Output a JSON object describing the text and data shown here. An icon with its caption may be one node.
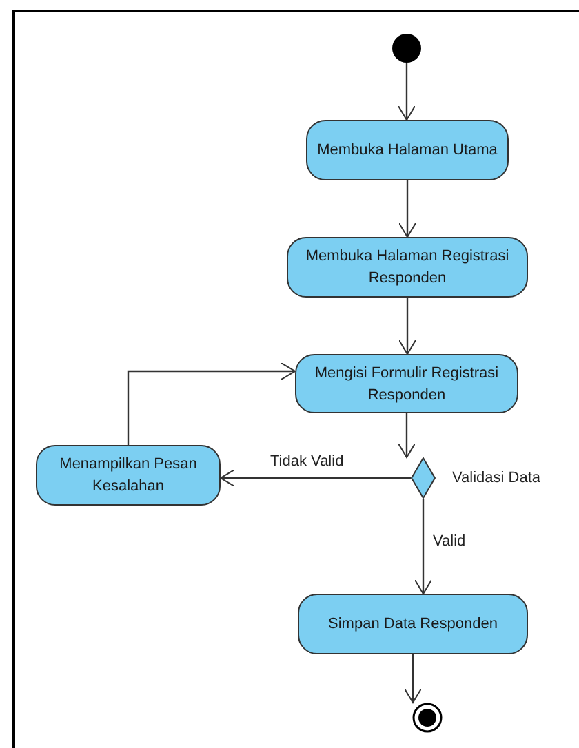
{
  "diagram": {
    "nodes": [
      {
        "text": [],
        "shape": "circle"
      },
      {
        "text": [
          "Membuka Halaman Utama"
        ]
      },
      {
        "text": [
          "Membuka Halaman Registrasi Responden"
        ]
      },
      {
        "text": [
          "Mengisi Formulir Registrasi Responden"
        ]
      },
      {
        "text": [],
        "shape": "diamond",
        "beside": [
          "Validasi Data"
        ]
      },
      {
        "text": [
          "Menampilkan Pesan Kesalahan"
        ]
      },
      {
        "text": [
          "Simpan Data Responden"
        ]
      },
      {
        "text": [],
        "shape": "bullseye"
      }
    ],
    "edges": [
      {
        "from": 0,
        "to": 1,
        "arrow": "to"
      },
      {
        "from": 1,
        "to": 2,
        "arrow": "to"
      },
      {
        "from": 2,
        "to": 3,
        "arrow": "to"
      },
      {
        "from": 3,
        "to": 4,
        "arrow": "to"
      },
      {
        "from": 4,
        "to": 5,
        "arrow": "to",
        "label": "Tidak Valid"
      },
      {
        "from": 4,
        "to": 6,
        "arrow": "to",
        "label": "Valid"
      },
      {
        "from": 5,
        "to": 3,
        "arrow": "to"
      },
      {
        "from": 6,
        "to": 7,
        "arrow": "to"
      }
    ]
  }
}
